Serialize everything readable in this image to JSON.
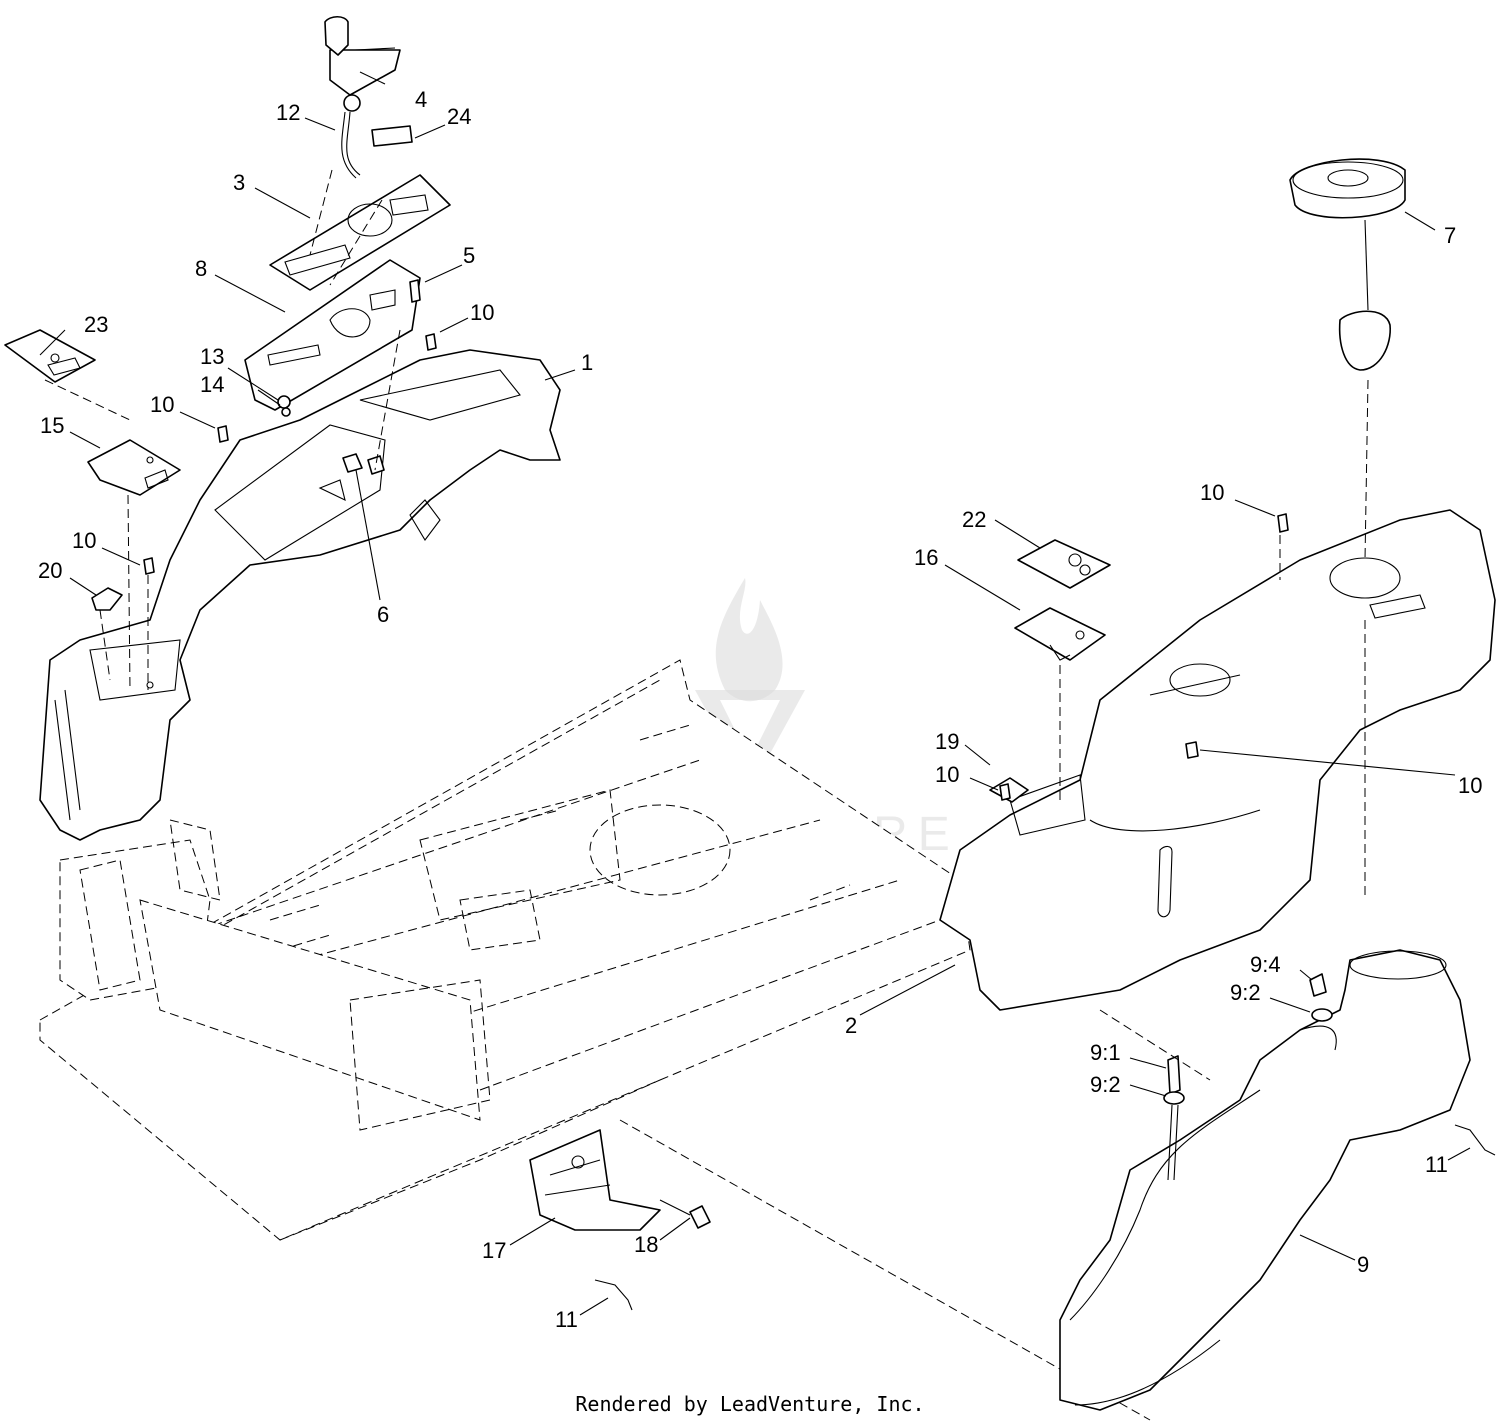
{
  "callouts": [
    {
      "id": "c1",
      "label": "1"
    },
    {
      "id": "c2",
      "label": "2"
    },
    {
      "id": "c3",
      "label": "3"
    },
    {
      "id": "c4",
      "label": "4"
    },
    {
      "id": "c5",
      "label": "5"
    },
    {
      "id": "c6",
      "label": "6"
    },
    {
      "id": "c7",
      "label": "7"
    },
    {
      "id": "c8",
      "label": "8"
    },
    {
      "id": "c9",
      "label": "9"
    },
    {
      "id": "c9_1",
      "label": "9:1"
    },
    {
      "id": "c9_2a",
      "label": "9:2"
    },
    {
      "id": "c9_2b",
      "label": "9:2"
    },
    {
      "id": "c9_4",
      "label": "9:4"
    },
    {
      "id": "c10a",
      "label": "10"
    },
    {
      "id": "c10b",
      "label": "10"
    },
    {
      "id": "c10c",
      "label": "10"
    },
    {
      "id": "c10d",
      "label": "10"
    },
    {
      "id": "c10e",
      "label": "10"
    },
    {
      "id": "c10f",
      "label": "10"
    },
    {
      "id": "c11a",
      "label": "11"
    },
    {
      "id": "c11b",
      "label": "11"
    },
    {
      "id": "c12",
      "label": "12"
    },
    {
      "id": "c13",
      "label": "13"
    },
    {
      "id": "c14",
      "label": "14"
    },
    {
      "id": "c15",
      "label": "15"
    },
    {
      "id": "c16",
      "label": "16"
    },
    {
      "id": "c17",
      "label": "17"
    },
    {
      "id": "c18",
      "label": "18"
    },
    {
      "id": "c19",
      "label": "19"
    },
    {
      "id": "c20",
      "label": "20"
    },
    {
      "id": "c22",
      "label": "22"
    },
    {
      "id": "c23",
      "label": "23"
    },
    {
      "id": "c24",
      "label": "24"
    }
  ],
  "watermark": "LEADVENTURE",
  "footer": "Rendered by LeadVenture, Inc."
}
